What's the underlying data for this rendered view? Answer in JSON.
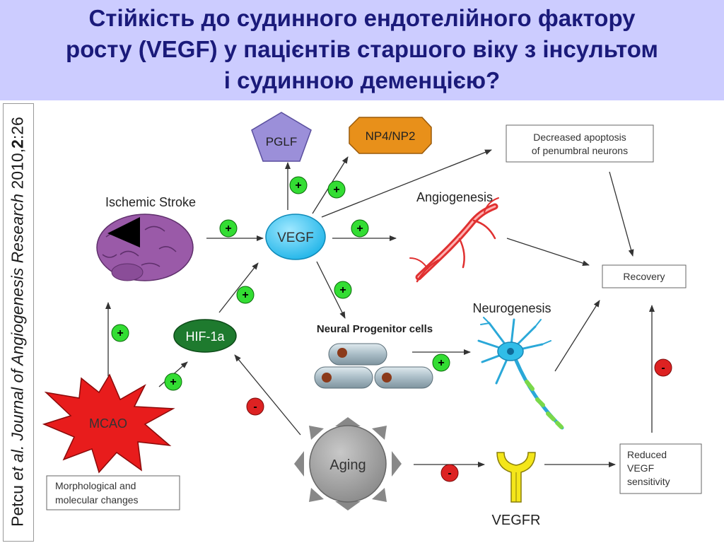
{
  "title": {
    "line1": "Стійкість до судинного ендотелійного фактору",
    "line2": "росту (VEGF) у пацієнтів старшого віку з інсультом",
    "line3": "і судинною деменцією?"
  },
  "citation": {
    "author": "Petcu",
    "etal": "et al.",
    "journal": "Journal of Angiogenesis Research",
    "year": "2010,",
    "volume": "2",
    "page": ":26"
  },
  "diagram": {
    "nodes": {
      "vegf": "VEGF",
      "pglf": "PGLF",
      "np4": "NP4/NP2",
      "ischemic_stroke": "Ischemic Stroke",
      "hif": "HIF-1a",
      "mcao": "MCAO",
      "morph_line1": "Morphological and",
      "morph_line2": "molecular changes",
      "aging": "Aging",
      "vegfr": "VEGFR",
      "reduced_line1": "Reduced",
      "reduced_line2": "VEGF",
      "reduced_line3": "sensitivity",
      "angiogenesis": "Angiogenesis",
      "apoptosis_line1": "Decreased apoptosis",
      "apoptosis_line2": "of penumbral neurons",
      "recovery": "Recovery",
      "neurogenesis": "Neurogenesis",
      "npc": "Neural Progenitor cells"
    },
    "signs": {
      "plus": "+",
      "minus": "-"
    }
  },
  "colors": {
    "title_bg": "#ccccff",
    "title_text": "#1a1a7a",
    "vegf": "#33ccf5",
    "pglf": "#9b8fd9",
    "np4": "#e8901a",
    "hif": "#1e7a2e",
    "mcao": "#e81c1c",
    "aging": "#9e9e9e",
    "vegfr": "#f4e61a",
    "plus": "#33dd33",
    "minus": "#dd2222"
  }
}
